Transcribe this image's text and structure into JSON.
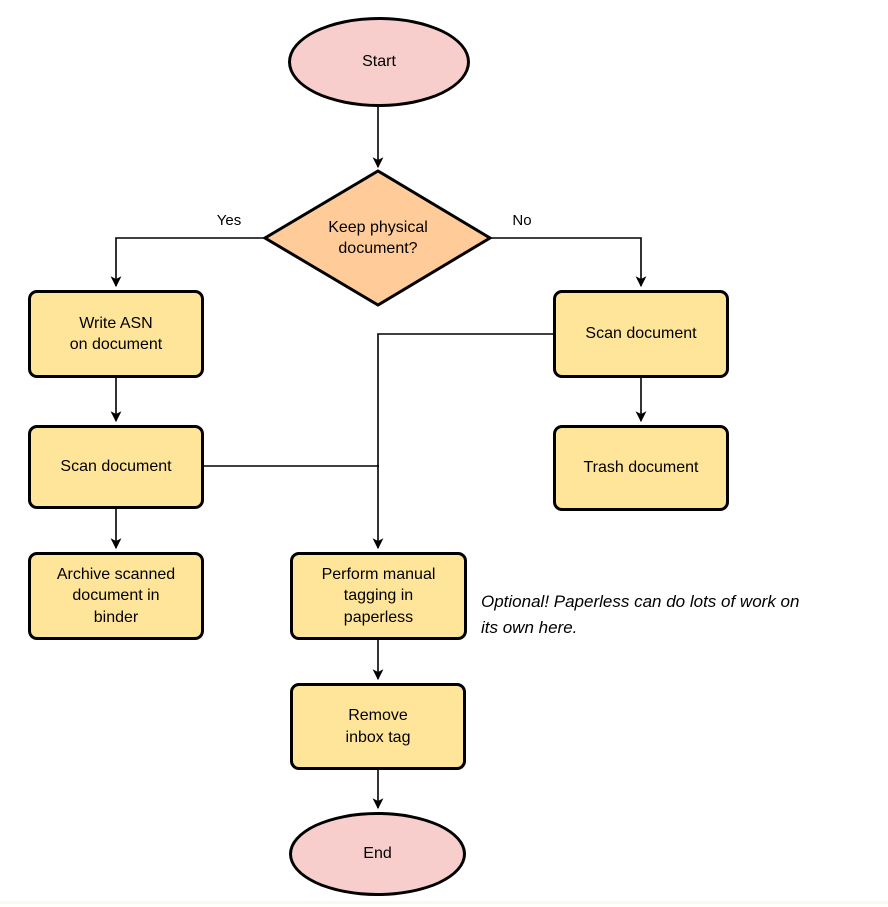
{
  "flowchart": {
    "nodes": {
      "start": "Start",
      "decision": "Keep physical\ndocument?",
      "write_asn": "Write ASN\non document",
      "scan_left": "Scan document",
      "archive": "Archive scanned\ndocument in\nbinder",
      "scan_right": "Scan document",
      "trash": "Trash document",
      "perform_tagging": "Perform manual\ntagging in\npaperless",
      "remove_inbox_tag": "Remove\ninbox tag",
      "end": "End"
    },
    "edge_labels": {
      "yes": "Yes",
      "no": "No"
    },
    "note": "Optional! Paperless can do lots of work on\nits own here.",
    "colors": {
      "terminator_fill": "#f8cecc",
      "decision_fill": "#ffcc99",
      "process_fill": "#ffe599",
      "stroke": "#000000"
    },
    "edges": [
      {
        "from": "start",
        "to": "decision",
        "label": ""
      },
      {
        "from": "decision",
        "to": "write_asn",
        "label": "Yes"
      },
      {
        "from": "decision",
        "to": "scan_right",
        "label": "No"
      },
      {
        "from": "write_asn",
        "to": "scan_left",
        "label": ""
      },
      {
        "from": "scan_left",
        "to": "archive",
        "label": ""
      },
      {
        "from": "scan_left",
        "to": "perform_tagging",
        "label": ""
      },
      {
        "from": "scan_right",
        "to": "trash",
        "label": ""
      },
      {
        "from": "scan_right",
        "to": "perform_tagging",
        "label": ""
      },
      {
        "from": "perform_tagging",
        "to": "remove_inbox_tag",
        "label": ""
      },
      {
        "from": "remove_inbox_tag",
        "to": "end",
        "label": ""
      }
    ]
  }
}
